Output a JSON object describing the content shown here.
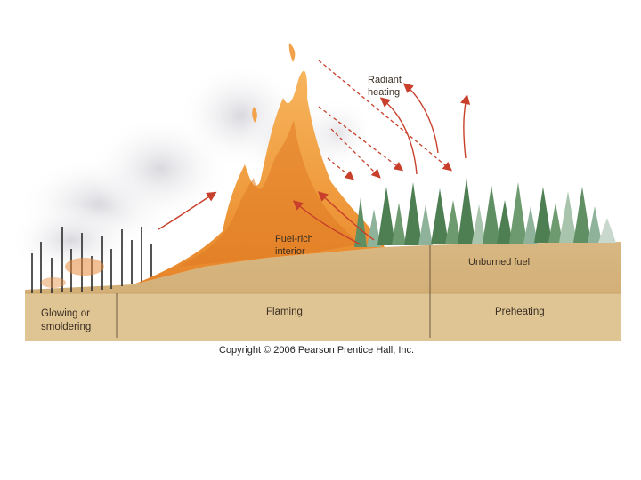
{
  "labels": {
    "radiant_heating_line1": "Radiant",
    "radiant_heating_line2": "heating",
    "fuel_rich_line1": "Fuel-rich",
    "fuel_rich_line2": "interior",
    "unburned_fuel": "Unburned fuel"
  },
  "zones": {
    "glowing_line1": "Glowing or",
    "glowing_line2": "smoldering",
    "flaming": "Flaming",
    "preheating": "Preheating"
  },
  "copyright": "Copyright © 2006 Pearson Prentice Hall, Inc.",
  "colors": {
    "ground": "#d6b47f",
    "ground_band": "#e0c594",
    "flame_outer": "#f2a24a",
    "flame_inner": "#e07a22",
    "smoke": "#c9c9cf",
    "tree_green": "#4e7f52",
    "tree_light": "#8fb39a",
    "arrow_red": "#c8402b",
    "burnt_tree": "#2a2a2a"
  }
}
